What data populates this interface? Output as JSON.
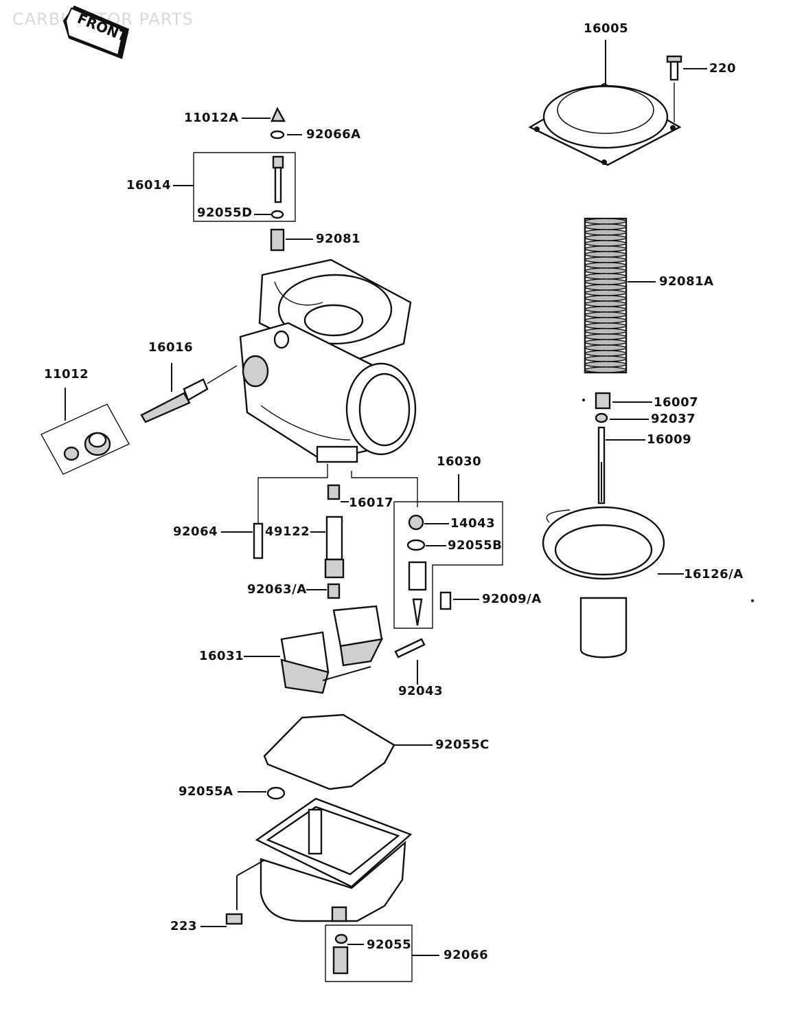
{
  "diagram": {
    "watermark": "CARBURETOR PARTS",
    "front_sign": "FRONT",
    "labels": {
      "p16005": "16005",
      "p220": "220",
      "p11012A": "11012A",
      "p92066A": "92066A",
      "p16014": "16014",
      "p92055D": "92055D",
      "p92081": "92081",
      "p92081A": "92081A",
      "p16016": "16016",
      "p11012": "11012",
      "p16007": "16007",
      "p92037": "92037",
      "p16009": "16009",
      "p16030": "16030",
      "p16017": "16017",
      "p14043": "14043",
      "p92064": "92064",
      "p49122": "49122",
      "p92055B": "92055B",
      "p16126A": "16126/A",
      "p92063A": "92063/A",
      "p92009A": "92009/A",
      "p16031": "16031",
      "p92043": "92043",
      "p92055C": "92055C",
      "p92055A": "92055A",
      "p223": "223",
      "p92055": "92055",
      "p92066": "92066"
    }
  }
}
